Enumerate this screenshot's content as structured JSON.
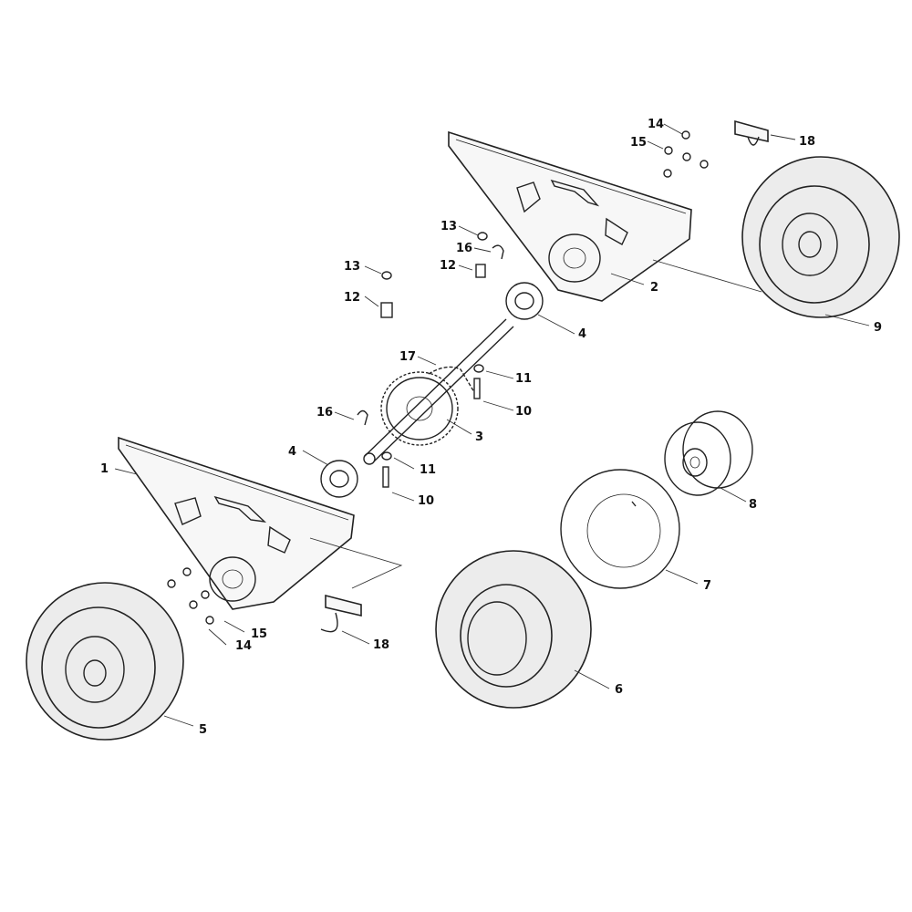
{
  "diagram": {
    "callouts": {
      "c1": "1",
      "c2": "2",
      "c3": "3",
      "c4a": "4",
      "c4b": "4",
      "c5": "5",
      "c6": "6",
      "c7": "7",
      "c8": "8",
      "c9": "9",
      "c10a": "10",
      "c10b": "10",
      "c11a": "11",
      "c11b": "11",
      "c12a": "12",
      "c12b": "12",
      "c13a": "13",
      "c13b": "13",
      "c14a": "14",
      "c14b": "14",
      "c15a": "15",
      "c15b": "15",
      "c16a": "16",
      "c16b": "16",
      "c17": "17",
      "c18a": "18",
      "c18b": "18"
    }
  }
}
